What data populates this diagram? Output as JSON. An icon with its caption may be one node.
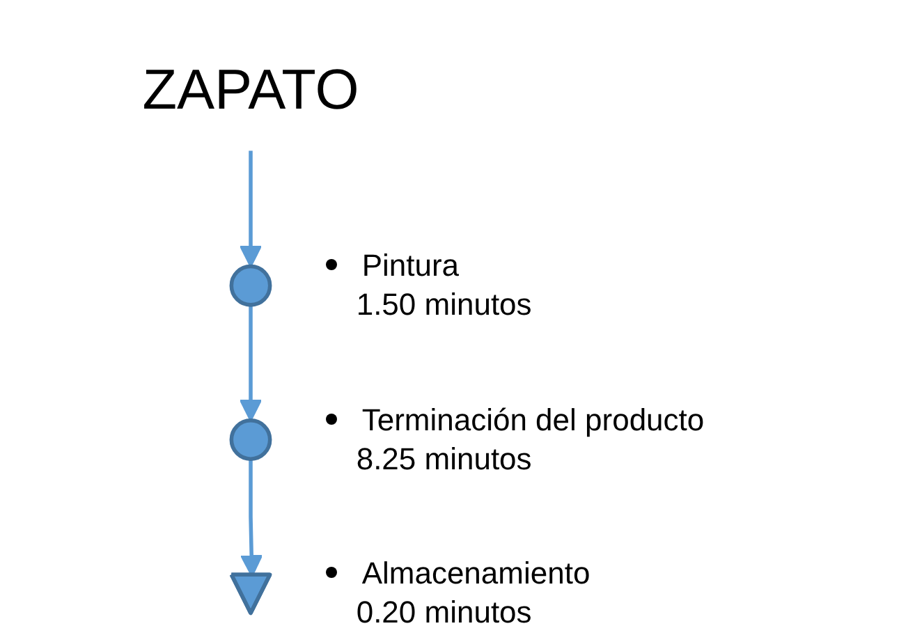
{
  "diagram": {
    "nodes": [
      {
        "text": [
          "ZAPATO"
        ]
      },
      {
        "text": [],
        "shape": "circle",
        "beside": [
          "Pintura",
          "1.50 minutos"
        ]
      },
      {
        "text": [],
        "shape": "circle",
        "beside": [
          "Terminación del producto",
          "8.25 minutos"
        ]
      },
      {
        "text": [],
        "shape": "triangle",
        "beside": [
          "Almacenamiento",
          "0.20 minutos"
        ]
      }
    ],
    "edges": [
      {
        "from": 0,
        "to": 1,
        "arrow": "to"
      },
      {
        "from": 1,
        "to": 2,
        "arrow": "to"
      },
      {
        "from": 2,
        "to": 3,
        "arrow": "to"
      }
    ]
  }
}
